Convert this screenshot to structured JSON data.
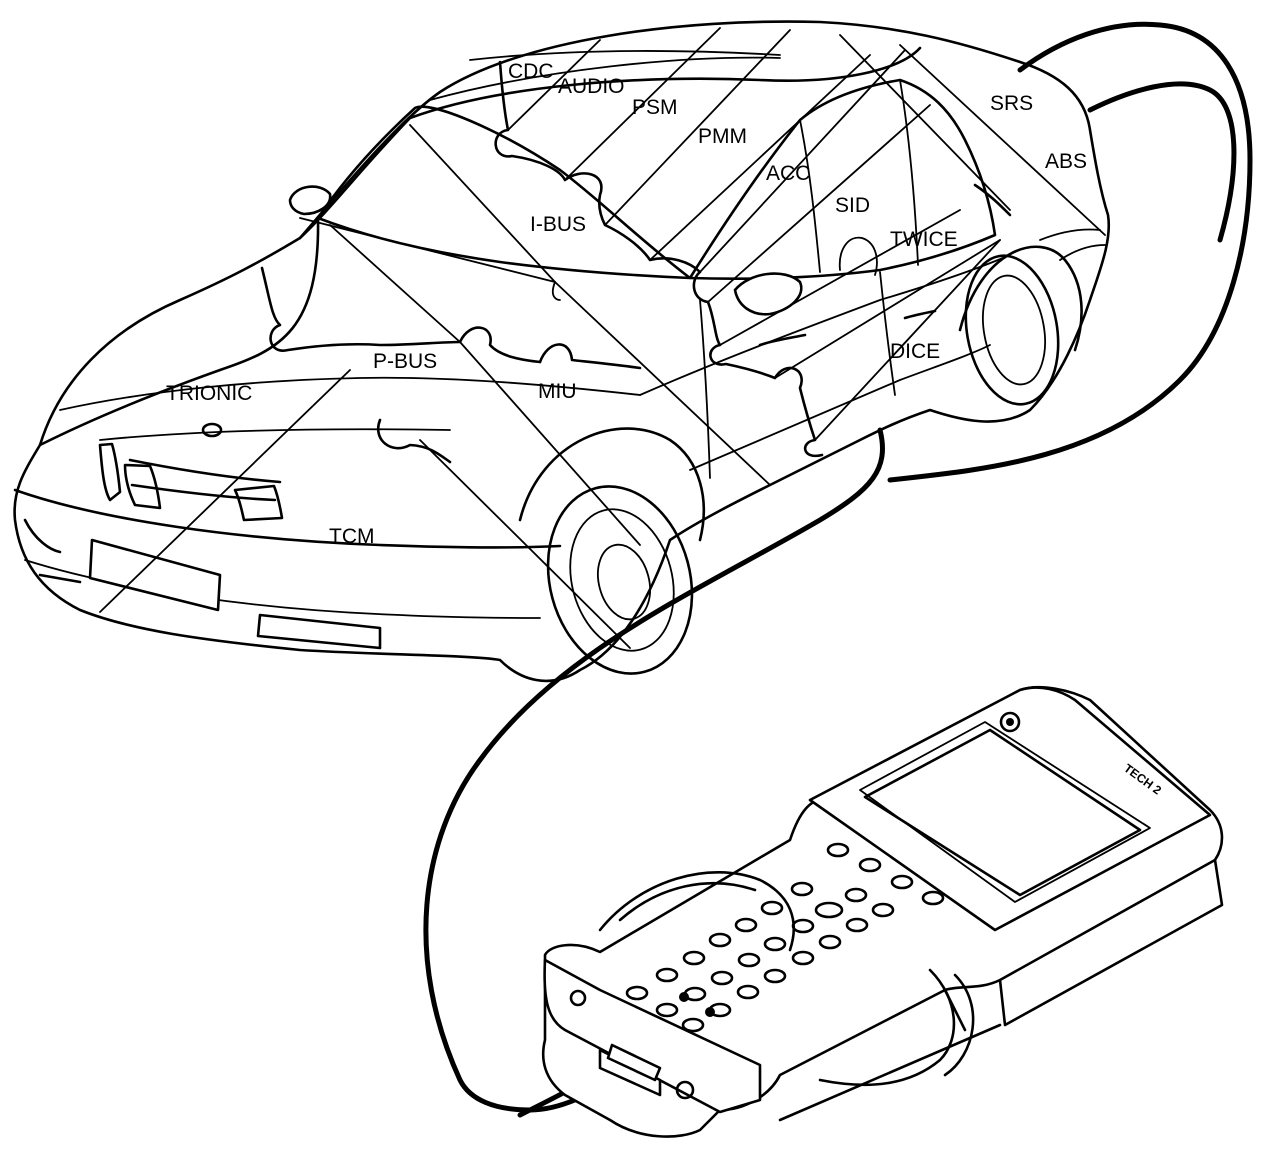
{
  "modules": [
    {
      "id": "cdc",
      "label": "CDC"
    },
    {
      "id": "audio",
      "label": "AUDIO"
    },
    {
      "id": "psm",
      "label": "PSM"
    },
    {
      "id": "pmm",
      "label": "PMM"
    },
    {
      "id": "srs",
      "label": "SRS"
    },
    {
      "id": "abs",
      "label": "ABS"
    },
    {
      "id": "acc",
      "label": "ACC"
    },
    {
      "id": "sid",
      "label": "SID"
    },
    {
      "id": "twice",
      "label": "TWICE"
    },
    {
      "id": "i-bus",
      "label": "I-BUS"
    },
    {
      "id": "p-bus",
      "label": "P-BUS"
    },
    {
      "id": "miu",
      "label": "MIU"
    },
    {
      "id": "dice",
      "label": "DICE"
    },
    {
      "id": "trionic",
      "label": "TRIONIC"
    },
    {
      "id": "tcm",
      "label": "TCM"
    }
  ],
  "tool": {
    "name": "TECH 2"
  }
}
